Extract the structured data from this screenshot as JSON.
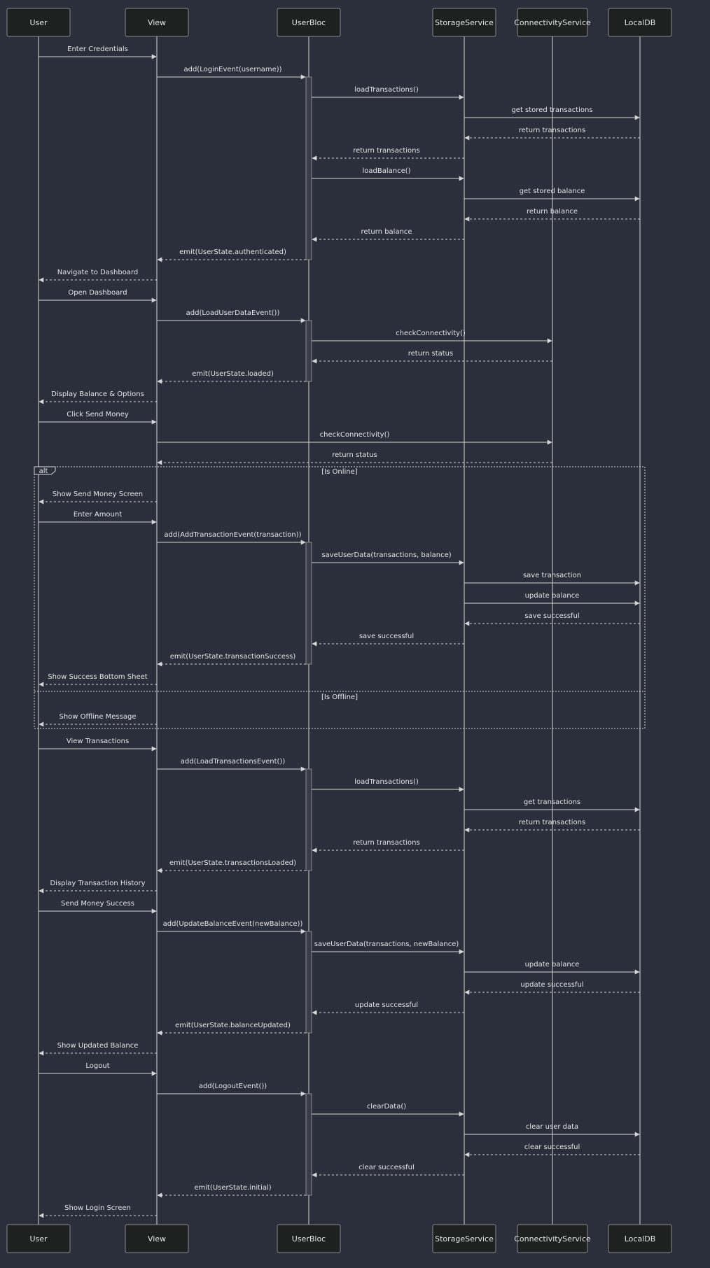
{
  "diagram": {
    "participants": [
      {
        "id": "user",
        "name": "User"
      },
      {
        "id": "view",
        "name": "View"
      },
      {
        "id": "userbloc",
        "name": "UserBloc"
      },
      {
        "id": "storage",
        "name": "StorageService"
      },
      {
        "id": "connectivity",
        "name": "ConnectivityService"
      },
      {
        "id": "localdb",
        "name": "LocalDB"
      }
    ],
    "messages": [
      {
        "from": "user",
        "to": "view",
        "label": "Enter Credentials",
        "dashed": false
      },
      {
        "from": "view",
        "to": "userbloc",
        "label": "add(LoginEvent(username))",
        "dashed": false
      },
      {
        "from": "userbloc",
        "to": "storage",
        "label": "loadTransactions()",
        "dashed": false
      },
      {
        "from": "storage",
        "to": "localdb",
        "label": "get stored transactions",
        "dashed": false
      },
      {
        "from": "localdb",
        "to": "storage",
        "label": "return transactions",
        "dashed": true
      },
      {
        "from": "storage",
        "to": "userbloc",
        "label": "return transactions",
        "dashed": true
      },
      {
        "from": "userbloc",
        "to": "storage",
        "label": "loadBalance()",
        "dashed": false
      },
      {
        "from": "storage",
        "to": "localdb",
        "label": "get stored balance",
        "dashed": false
      },
      {
        "from": "localdb",
        "to": "storage",
        "label": "return balance",
        "dashed": true
      },
      {
        "from": "storage",
        "to": "userbloc",
        "label": "return balance",
        "dashed": true
      },
      {
        "from": "userbloc",
        "to": "view",
        "label": "emit(UserState.authenticated)",
        "dashed": true
      },
      {
        "from": "view",
        "to": "user",
        "label": "Navigate to Dashboard",
        "dashed": true
      },
      {
        "from": "user",
        "to": "view",
        "label": "Open Dashboard",
        "dashed": false
      },
      {
        "from": "view",
        "to": "userbloc",
        "label": "add(LoadUserDataEvent())",
        "dashed": false
      },
      {
        "from": "userbloc",
        "to": "connectivity",
        "label": "checkConnectivity()",
        "dashed": false
      },
      {
        "from": "connectivity",
        "to": "userbloc",
        "label": "return status",
        "dashed": true
      },
      {
        "from": "userbloc",
        "to": "view",
        "label": "emit(UserState.loaded)",
        "dashed": true
      },
      {
        "from": "view",
        "to": "user",
        "label": "Display Balance & Options",
        "dashed": true
      },
      {
        "from": "user",
        "to": "view",
        "label": "Click Send Money",
        "dashed": false
      },
      {
        "from": "view",
        "to": "connectivity",
        "label": "checkConnectivity()",
        "dashed": false
      },
      {
        "from": "connectivity",
        "to": "view",
        "label": "return status",
        "dashed": true
      },
      {
        "from": "view",
        "to": "user",
        "label": "Show Send Money Screen",
        "dashed": true
      },
      {
        "from": "user",
        "to": "view",
        "label": "Enter Amount",
        "dashed": false
      },
      {
        "from": "view",
        "to": "userbloc",
        "label": "add(AddTransactionEvent(transaction))",
        "dashed": false
      },
      {
        "from": "userbloc",
        "to": "storage",
        "label": "saveUserData(transactions, balance)",
        "dashed": false
      },
      {
        "from": "storage",
        "to": "localdb",
        "label": "save transaction",
        "dashed": false
      },
      {
        "from": "storage",
        "to": "localdb",
        "label": "update balance",
        "dashed": false
      },
      {
        "from": "localdb",
        "to": "storage",
        "label": "save successful",
        "dashed": true
      },
      {
        "from": "storage",
        "to": "userbloc",
        "label": "save successful",
        "dashed": true
      },
      {
        "from": "userbloc",
        "to": "view",
        "label": "emit(UserState.transactionSuccess)",
        "dashed": true
      },
      {
        "from": "view",
        "to": "user",
        "label": "Show Success Bottom Sheet",
        "dashed": true
      },
      {
        "from": "view",
        "to": "user",
        "label": "Show Offline Message",
        "dashed": true
      },
      {
        "from": "user",
        "to": "view",
        "label": "View Transactions",
        "dashed": false
      },
      {
        "from": "view",
        "to": "userbloc",
        "label": "add(LoadTransactionsEvent())",
        "dashed": false
      },
      {
        "from": "userbloc",
        "to": "storage",
        "label": "loadTransactions()",
        "dashed": false
      },
      {
        "from": "storage",
        "to": "localdb",
        "label": "get transactions",
        "dashed": false
      },
      {
        "from": "localdb",
        "to": "storage",
        "label": "return transactions",
        "dashed": true
      },
      {
        "from": "storage",
        "to": "userbloc",
        "label": "return transactions",
        "dashed": true
      },
      {
        "from": "userbloc",
        "to": "view",
        "label": "emit(UserState.transactionsLoaded)",
        "dashed": true
      },
      {
        "from": "view",
        "to": "user",
        "label": "Display Transaction History",
        "dashed": true
      },
      {
        "from": "user",
        "to": "view",
        "label": "Send Money Success",
        "dashed": false
      },
      {
        "from": "view",
        "to": "userbloc",
        "label": "add(UpdateBalanceEvent(newBalance))",
        "dashed": false
      },
      {
        "from": "userbloc",
        "to": "storage",
        "label": "saveUserData(transactions, newBalance)",
        "dashed": false
      },
      {
        "from": "storage",
        "to": "localdb",
        "label": "update balance",
        "dashed": false
      },
      {
        "from": "localdb",
        "to": "storage",
        "label": "update successful",
        "dashed": true
      },
      {
        "from": "storage",
        "to": "userbloc",
        "label": "update successful",
        "dashed": true
      },
      {
        "from": "userbloc",
        "to": "view",
        "label": "emit(UserState.balanceUpdated)",
        "dashed": true
      },
      {
        "from": "view",
        "to": "user",
        "label": "Show Updated Balance",
        "dashed": true
      },
      {
        "from": "user",
        "to": "view",
        "label": "Logout",
        "dashed": false
      },
      {
        "from": "view",
        "to": "userbloc",
        "label": "add(LogoutEvent())",
        "dashed": false
      },
      {
        "from": "userbloc",
        "to": "storage",
        "label": "clearData()",
        "dashed": false
      },
      {
        "from": "storage",
        "to": "localdb",
        "label": "clear user data",
        "dashed": false
      },
      {
        "from": "localdb",
        "to": "storage",
        "label": "clear successful",
        "dashed": true
      },
      {
        "from": "storage",
        "to": "userbloc",
        "label": "clear successful",
        "dashed": true
      },
      {
        "from": "userbloc",
        "to": "view",
        "label": "emit(UserState.initial)",
        "dashed": true
      },
      {
        "from": "view",
        "to": "user",
        "label": "Show Login Screen",
        "dashed": true
      }
    ],
    "alt_frame": {
      "keyword": "alt",
      "sections": [
        {
          "condition": "[Is Online]"
        },
        {
          "condition": "[Is Offline]"
        }
      ]
    },
    "colors": {
      "background": "#2b2e3b",
      "actor_fill": "#1f2020",
      "actor_border": "#8a8a8a",
      "line": "#d5d5d5",
      "text": "#e5e5e5"
    }
  }
}
